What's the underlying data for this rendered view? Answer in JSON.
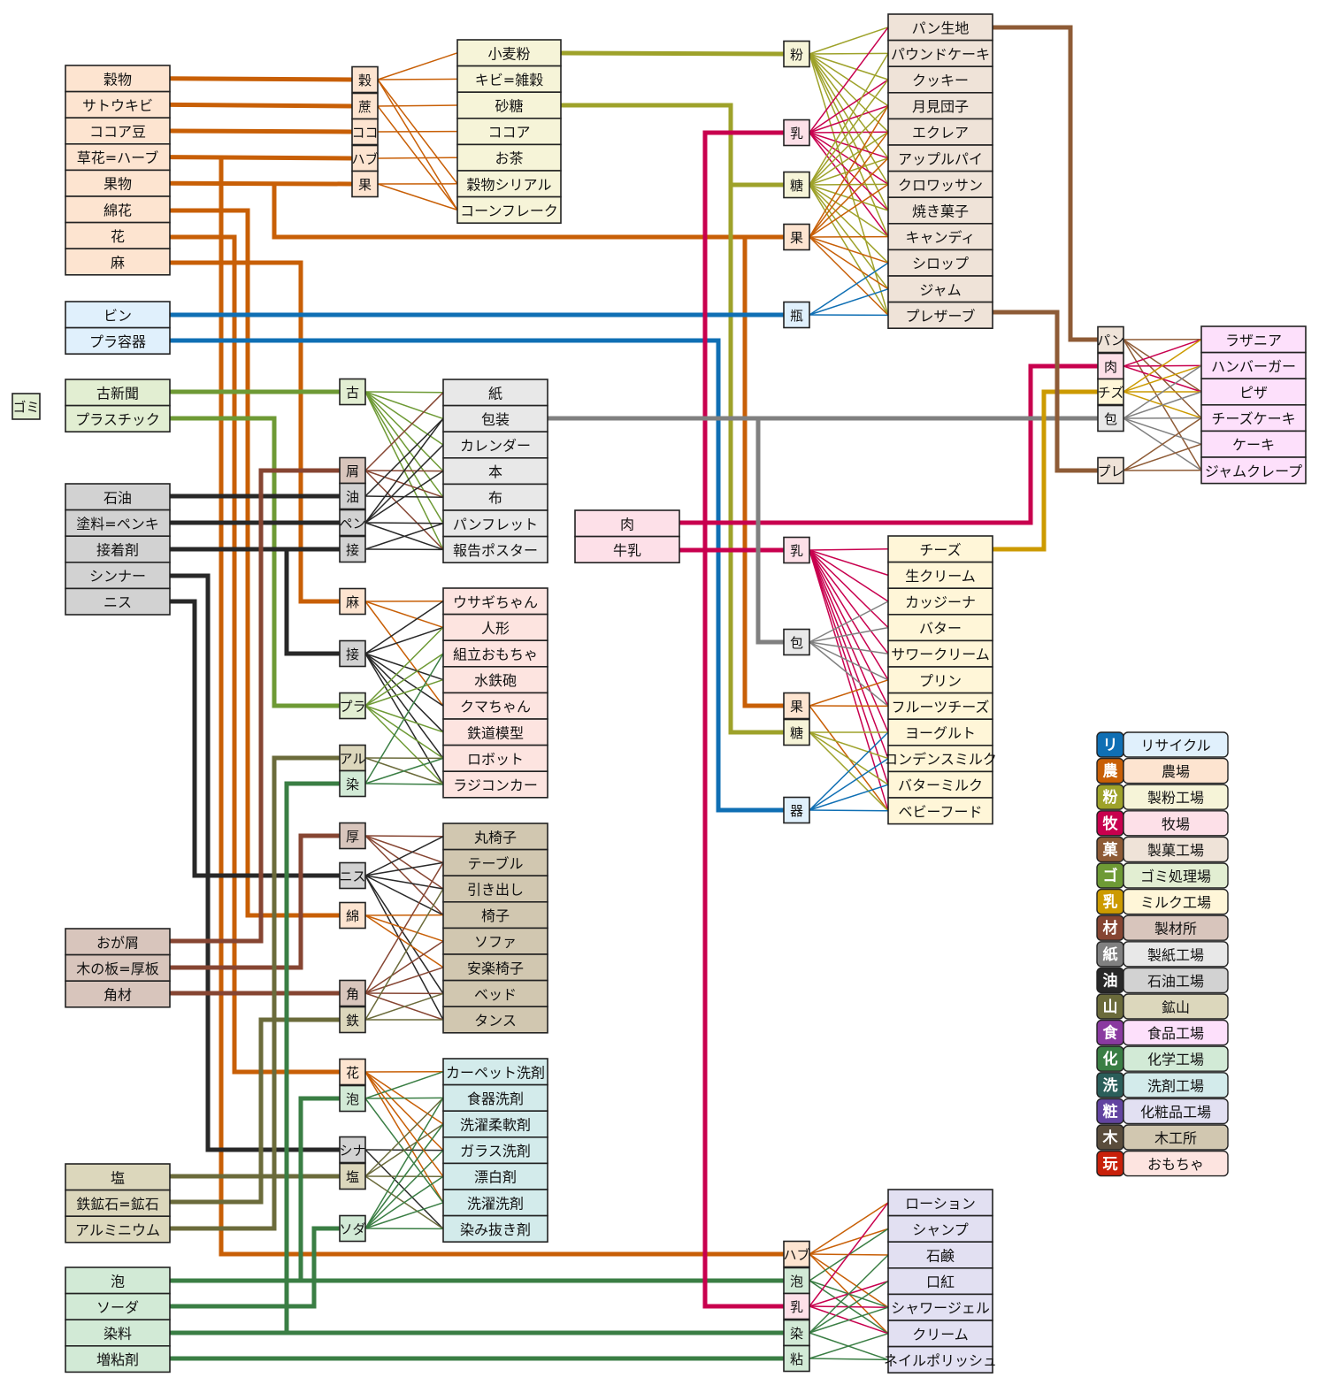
{
  "title": "Production chain diagram",
  "colors": {
    "recycle": "#0f6fb4",
    "recycle_bg": "#e0f0fc",
    "farm": "#c85f06",
    "farm_bg": "#fde4d0",
    "mill": "#9ea22a",
    "mill_bg": "#f6f4d8",
    "ranch": "#c8004e",
    "ranch_bg": "#fde0e8",
    "bakery": "#8e5b36",
    "bakery_bg": "#efe3d8",
    "garbage": "#6e9a35",
    "garbage_bg": "#e2eed2",
    "milkfac": "#cc9a00",
    "milkfac_bg": "#fff6d8",
    "lumber": "#864532",
    "lumber_bg": "#d8c5bc",
    "paper": "#808080",
    "paper_bg": "#e8e8e8",
    "oil": "#282828",
    "oil_bg": "#d2d2d2",
    "mine": "#6b6b3b",
    "mine_bg": "#dcd7bc",
    "food": "#8a3aa0",
    "food_bg": "#fde0fb",
    "chem": "#3a7e44",
    "chem_bg": "#d2ead6",
    "deterg": "#2b5e5a",
    "deterg_bg": "#d3ebeb",
    "cosme": "#6244a0",
    "cosme_bg": "#e2e0f2",
    "wood": "#5a4d3c",
    "wood_bg": "#d1c7b0",
    "toy": "#c8200a",
    "toy_bg": "#fde4e0"
  },
  "sources": {
    "farm": [
      "穀物",
      "サトウキビ",
      "ココア豆",
      "草花=ハーブ",
      "果物",
      "綿花",
      "花",
      "麻"
    ],
    "recycle": [
      "ビン",
      "プラ容器"
    ],
    "garbage_root": "ゴミ",
    "garbage": [
      "古新聞",
      "プラスチック"
    ],
    "oil": [
      "石油",
      "塗料=ペンキ",
      "接着剤",
      "シンナー",
      "ニス"
    ],
    "ranch": [
      "肉",
      "牛乳"
    ],
    "lumber": [
      "おが屑",
      "木の板=厚板",
      "角材"
    ],
    "mine": [
      "塩",
      "鉄鉱石=鉱石",
      "アルミニウム"
    ],
    "chem": [
      "泡",
      "ソーダ",
      "染料",
      "増粘剤"
    ]
  },
  "factories": {
    "mill": {
      "inputs": [
        "穀",
        "蔗",
        "ココ",
        "ハブ",
        "果"
      ],
      "outputs": [
        "小麦粉",
        "キビ=雑穀",
        "砂糖",
        "ココア",
        "お茶",
        "穀物シリアル",
        "コーンフレーク"
      ]
    },
    "bakery": {
      "inputs": [
        "粉",
        "乳",
        "糖",
        "果",
        "瓶"
      ],
      "outputs": [
        "パン生地",
        "パウンドケーキ",
        "クッキー",
        "月見団子",
        "エクレア",
        "アップルパイ",
        "クロワッサン",
        "焼き菓子",
        "キャンディ",
        "シロップ",
        "ジャム",
        "プレザーブ"
      ]
    },
    "food": {
      "inputs": [
        "パン",
        "肉",
        "チズ",
        "包",
        "プレ"
      ],
      "outputs": [
        "ラザニア",
        "ハンバーガー",
        "ピザ",
        "チーズケーキ",
        "ケーキ",
        "ジャムクレープ"
      ]
    },
    "paper": {
      "inputs": [
        "古",
        "屑",
        "油",
        "ペン",
        "接"
      ],
      "outputs": [
        "紙",
        "包装",
        "カレンダー",
        "本",
        "布",
        "パンフレット",
        "報告ポスター"
      ]
    },
    "toy": {
      "inputs": [
        "麻",
        "接",
        "プラ",
        "アル",
        "染"
      ],
      "outputs": [
        "ウサギちゃん",
        "人形",
        "組立おもちゃ",
        "水鉄砲",
        "クマちゃん",
        "鉄道模型",
        "ロボット",
        "ラジコンカー"
      ]
    },
    "wood": {
      "inputs": [
        "厚",
        "ニス",
        "綿",
        "角",
        "鉄"
      ],
      "outputs": [
        "丸椅子",
        "テーブル",
        "引き出し",
        "椅子",
        "ソファ",
        "安楽椅子",
        "ベッド",
        "タンス"
      ]
    },
    "deterg": {
      "inputs": [
        "花",
        "泡",
        "シナ",
        "塩",
        "ソダ"
      ],
      "outputs": [
        "カーペット洗剤",
        "食器洗剤",
        "洗濯柔軟剤",
        "ガラス洗剤",
        "漂白剤",
        "洗濯洗剤",
        "染み抜き剤"
      ]
    },
    "milkfac": {
      "inputs": [
        "乳",
        "包",
        "果",
        "糖",
        "器"
      ],
      "outputs": [
        "チーズ",
        "生クリーム",
        "カッジーナ",
        "バター",
        "サワークリーム",
        "プリン",
        "フルーツチーズ",
        "ヨーグルト",
        "コンデンスミルク",
        "バターミルク",
        "ベビーフード"
      ]
    },
    "cosme": {
      "inputs": [
        "ハブ",
        "泡",
        "乳",
        "染",
        "粘"
      ],
      "outputs": [
        "ローション",
        "シャンプ",
        "石鹸",
        "口紅",
        "シャワージェル",
        "クリーム",
        "ネイルポリッシュ"
      ]
    }
  },
  "legend": [
    {
      "key": "リ",
      "label": "リサイクル",
      "color": "recycle"
    },
    {
      "key": "農",
      "label": "農場",
      "color": "farm"
    },
    {
      "key": "粉",
      "label": "製粉工場",
      "color": "mill"
    },
    {
      "key": "牧",
      "label": "牧場",
      "color": "ranch"
    },
    {
      "key": "菓",
      "label": "製菓工場",
      "color": "bakery"
    },
    {
      "key": "ゴ",
      "label": "ゴミ処理場",
      "color": "garbage"
    },
    {
      "key": "乳",
      "label": "ミルク工場",
      "color": "milkfac"
    },
    {
      "key": "材",
      "label": "製材所",
      "color": "lumber"
    },
    {
      "key": "紙",
      "label": "製紙工場",
      "color": "paper"
    },
    {
      "key": "油",
      "label": "石油工場",
      "color": "oil"
    },
    {
      "key": "山",
      "label": "鉱山",
      "color": "mine"
    },
    {
      "key": "食",
      "label": "食品工場",
      "color": "food"
    },
    {
      "key": "化",
      "label": "化学工場",
      "color": "chem"
    },
    {
      "key": "洗",
      "label": "洗剤工場",
      "color": "deterg"
    },
    {
      "key": "粧",
      "label": "化粧品工場",
      "color": "cosme"
    },
    {
      "key": "木",
      "label": "木工所",
      "color": "wood"
    },
    {
      "key": "玩",
      "label": "おもちゃ",
      "color": "toy"
    }
  ],
  "fans": {
    "mill": [
      [
        0,
        0
      ],
      [
        0,
        1
      ],
      [
        0,
        5
      ],
      [
        0,
        6
      ],
      [
        1,
        2
      ],
      [
        1,
        6
      ],
      [
        2,
        3
      ],
      [
        3,
        4
      ],
      [
        4,
        5
      ],
      [
        4,
        6
      ]
    ],
    "bakery": [
      [
        0,
        0
      ],
      [
        0,
        1
      ],
      [
        0,
        2
      ],
      [
        0,
        3
      ],
      [
        0,
        4
      ],
      [
        0,
        5
      ],
      [
        0,
        6
      ],
      [
        0,
        7
      ],
      [
        0,
        8
      ],
      [
        0,
        11
      ],
      [
        1,
        0
      ],
      [
        1,
        2
      ],
      [
        1,
        3
      ],
      [
        1,
        4
      ],
      [
        1,
        5
      ],
      [
        1,
        6
      ],
      [
        1,
        7
      ],
      [
        1,
        8
      ],
      [
        2,
        1
      ],
      [
        2,
        2
      ],
      [
        2,
        3
      ],
      [
        2,
        4
      ],
      [
        2,
        5
      ],
      [
        2,
        6
      ],
      [
        2,
        7
      ],
      [
        2,
        8
      ],
      [
        2,
        9
      ],
      [
        2,
        10
      ],
      [
        2,
        11
      ],
      [
        3,
        3
      ],
      [
        3,
        4
      ],
      [
        3,
        5
      ],
      [
        3,
        6
      ],
      [
        3,
        8
      ],
      [
        3,
        9
      ],
      [
        3,
        10
      ],
      [
        3,
        11
      ],
      [
        4,
        9
      ],
      [
        4,
        10
      ],
      [
        4,
        11
      ]
    ],
    "food": [
      [
        0,
        0
      ],
      [
        0,
        2
      ],
      [
        0,
        3
      ],
      [
        0,
        5
      ],
      [
        1,
        1
      ],
      [
        1,
        2
      ],
      [
        1,
        0
      ],
      [
        2,
        0
      ],
      [
        2,
        1
      ],
      [
        2,
        2
      ],
      [
        2,
        3
      ],
      [
        3,
        1
      ],
      [
        3,
        2
      ],
      [
        3,
        3
      ],
      [
        3,
        4
      ],
      [
        3,
        5
      ],
      [
        4,
        3
      ],
      [
        4,
        4
      ],
      [
        4,
        5
      ]
    ],
    "food_colors": [
      "bakery",
      "ranch",
      "milkfac",
      "paper",
      "bakery"
    ],
    "paper": [
      [
        0,
        0
      ],
      [
        0,
        1
      ],
      [
        0,
        2
      ],
      [
        0,
        3
      ],
      [
        0,
        4
      ],
      [
        0,
        5
      ],
      [
        0,
        6
      ],
      [
        1,
        0
      ],
      [
        1,
        3
      ],
      [
        1,
        4
      ],
      [
        1,
        6
      ],
      [
        2,
        4
      ],
      [
        3,
        1
      ],
      [
        3,
        2
      ],
      [
        3,
        3
      ],
      [
        3,
        5
      ],
      [
        3,
        6
      ],
      [
        4,
        5
      ],
      [
        4,
        6
      ],
      [
        2,
        1
      ]
    ],
    "paper_colors": [
      "garbage",
      "lumber",
      "oil",
      "oil",
      "oil"
    ],
    "toy": [
      [
        0,
        0
      ],
      [
        0,
        1
      ],
      [
        0,
        4
      ],
      [
        1,
        0
      ],
      [
        1,
        1
      ],
      [
        1,
        3
      ],
      [
        1,
        4
      ],
      [
        1,
        5
      ],
      [
        1,
        6
      ],
      [
        1,
        7
      ],
      [
        2,
        1
      ],
      [
        2,
        2
      ],
      [
        2,
        3
      ],
      [
        2,
        5
      ],
      [
        2,
        6
      ],
      [
        2,
        7
      ],
      [
        3,
        6
      ],
      [
        3,
        7
      ],
      [
        4,
        2
      ],
      [
        4,
        6
      ],
      [
        4,
        7
      ]
    ],
    "toy_colors": [
      "farm",
      "oil",
      "garbage",
      "mine",
      "chem"
    ],
    "wood": [
      [
        0,
        0
      ],
      [
        0,
        1
      ],
      [
        0,
        2
      ],
      [
        0,
        3
      ],
      [
        1,
        0
      ],
      [
        1,
        1
      ],
      [
        1,
        2
      ],
      [
        1,
        3
      ],
      [
        1,
        6
      ],
      [
        1,
        7
      ],
      [
        2,
        3
      ],
      [
        2,
        4
      ],
      [
        2,
        5
      ],
      [
        3,
        1
      ],
      [
        3,
        4
      ],
      [
        3,
        5
      ],
      [
        3,
        6
      ],
      [
        3,
        7
      ],
      [
        4,
        2
      ],
      [
        4,
        6
      ],
      [
        4,
        7
      ]
    ],
    "wood_colors": [
      "lumber",
      "oil",
      "farm",
      "lumber",
      "mine"
    ],
    "deterg": [
      [
        0,
        0
      ],
      [
        0,
        2
      ],
      [
        0,
        3
      ],
      [
        0,
        5
      ],
      [
        1,
        0
      ],
      [
        1,
        1
      ],
      [
        1,
        5
      ],
      [
        2,
        3
      ],
      [
        2,
        6
      ],
      [
        3,
        1
      ],
      [
        3,
        2
      ],
      [
        3,
        4
      ],
      [
        3,
        6
      ],
      [
        4,
        1
      ],
      [
        4,
        2
      ],
      [
        4,
        3
      ],
      [
        4,
        4
      ],
      [
        4,
        5
      ],
      [
        4,
        6
      ],
      [
        0,
        4
      ]
    ],
    "deterg_colors": [
      "farm",
      "chem",
      "oil",
      "mine",
      "chem"
    ],
    "milkfac": [
      [
        0,
        0
      ],
      [
        0,
        1
      ],
      [
        0,
        2
      ],
      [
        0,
        3
      ],
      [
        0,
        4
      ],
      [
        0,
        5
      ],
      [
        0,
        6
      ],
      [
        0,
        7
      ],
      [
        0,
        8
      ],
      [
        0,
        9
      ],
      [
        0,
        10
      ],
      [
        1,
        2
      ],
      [
        1,
        3
      ],
      [
        1,
        4
      ],
      [
        1,
        5
      ],
      [
        1,
        6
      ],
      [
        2,
        5
      ],
      [
        2,
        6
      ],
      [
        2,
        10
      ],
      [
        3,
        7
      ],
      [
        3,
        8
      ],
      [
        3,
        9
      ],
      [
        3,
        10
      ],
      [
        4,
        7
      ],
      [
        4,
        8
      ],
      [
        4,
        9
      ],
      [
        4,
        10
      ]
    ],
    "milkfac_colors": [
      "ranch",
      "paper",
      "farm",
      "mill",
      "recycle"
    ],
    "cosme": [
      [
        0,
        0
      ],
      [
        0,
        1
      ],
      [
        0,
        2
      ],
      [
        0,
        4
      ],
      [
        0,
        5
      ],
      [
        1,
        1
      ],
      [
        1,
        4
      ],
      [
        1,
        5
      ],
      [
        2,
        0
      ],
      [
        2,
        3
      ],
      [
        2,
        4
      ],
      [
        2,
        5
      ],
      [
        3,
        2
      ],
      [
        3,
        3
      ],
      [
        3,
        4
      ],
      [
        3,
        6
      ],
      [
        4,
        5
      ],
      [
        4,
        6
      ]
    ],
    "cosme_colors": [
      "farm",
      "chem",
      "ranch",
      "chem",
      "chem"
    ]
  }
}
